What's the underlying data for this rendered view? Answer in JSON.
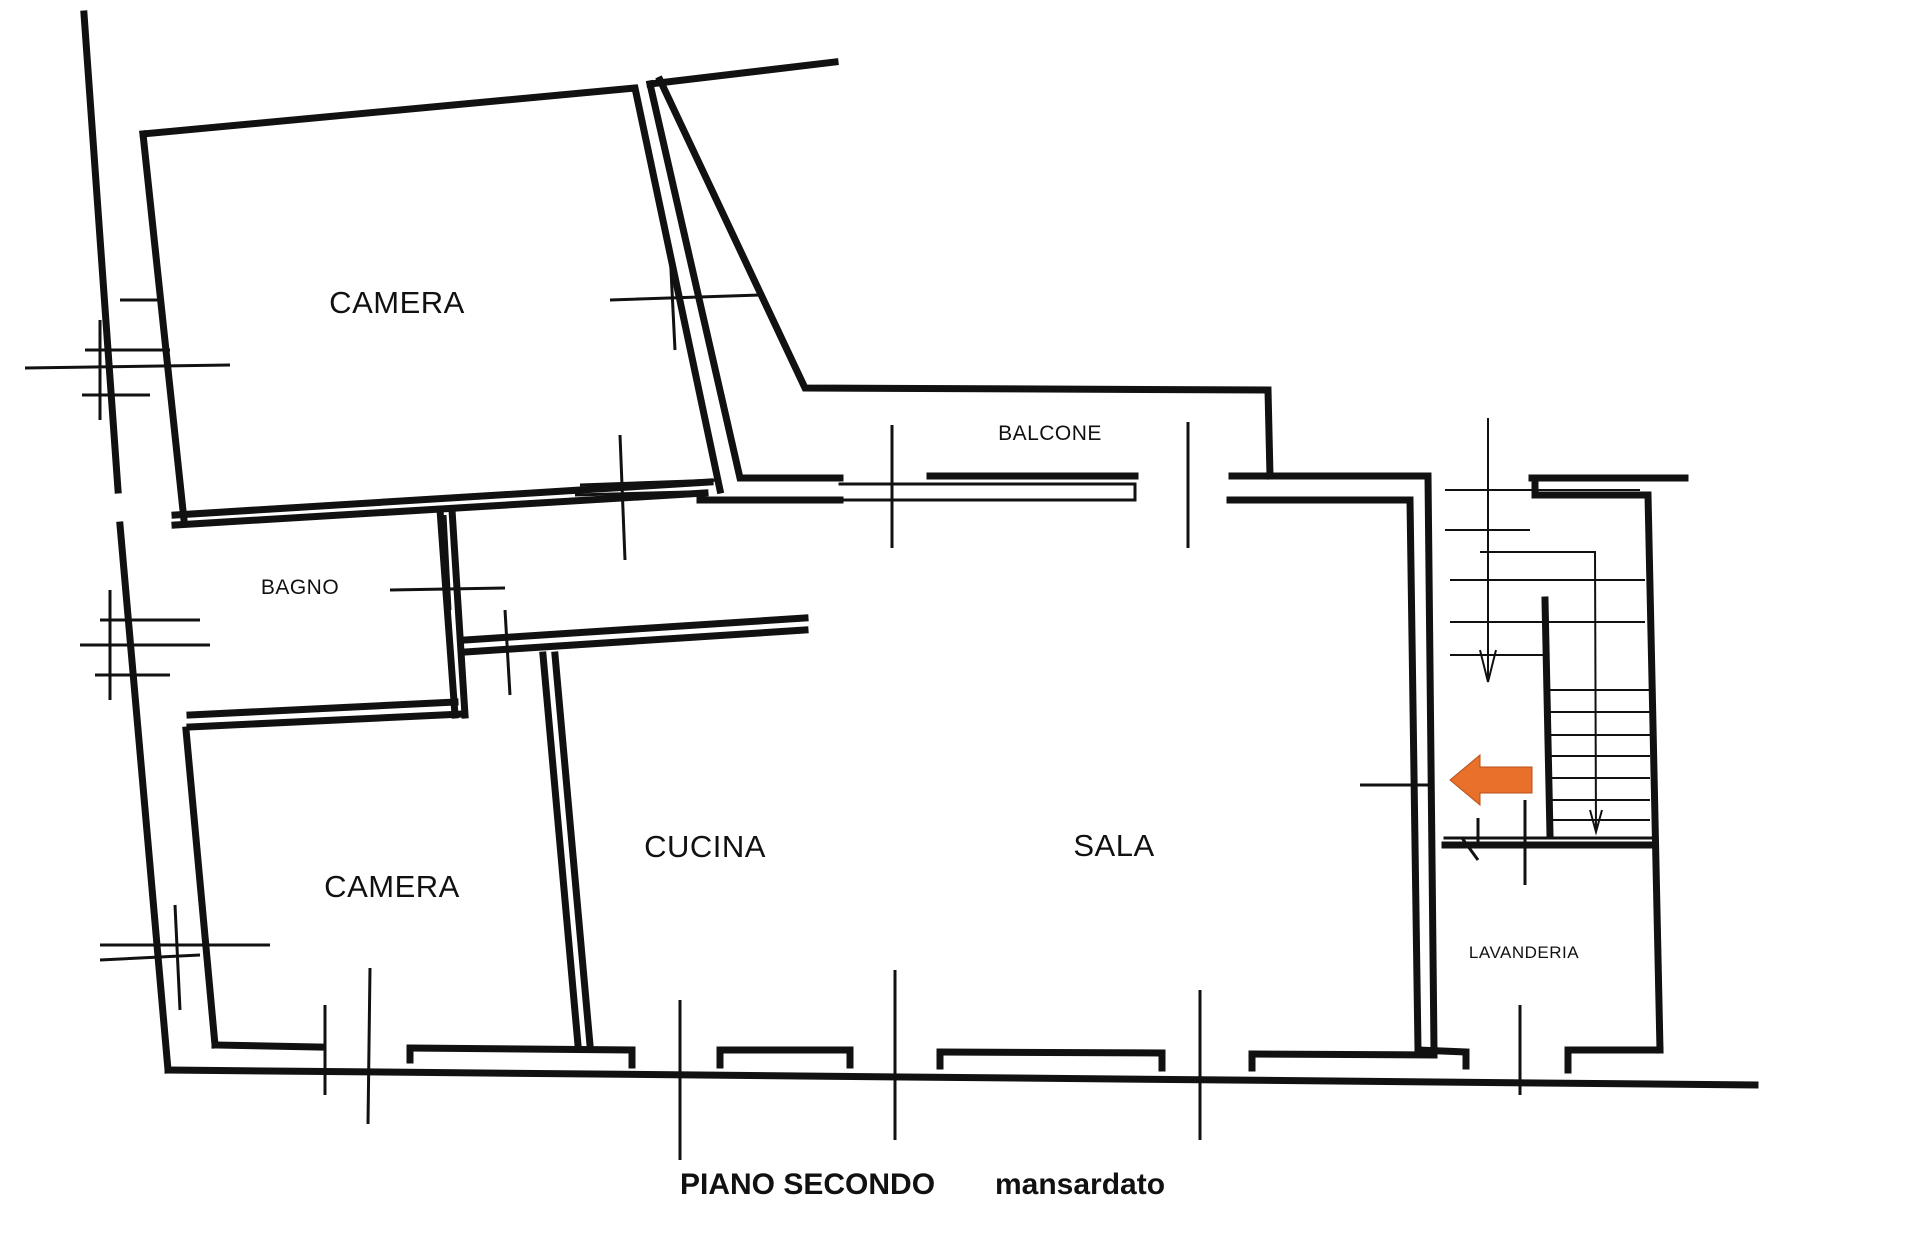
{
  "rooms": {
    "camera_top": "CAMERA",
    "camera_bottom": "CAMERA",
    "bagno": "BAGNO",
    "balcone": "BALCONE",
    "cucina": "CUCINA",
    "sala": "SALA",
    "lavanderia": "LAVANDERIA"
  },
  "caption": {
    "floor": "PIANO SECONDO",
    "note": "mansardato"
  },
  "colors": {
    "walls": "#111111",
    "arrow": "#e8702a"
  },
  "icons": {
    "entrance_marker": "arrow-left-icon",
    "stair_direction": "arrow-down-icon"
  }
}
